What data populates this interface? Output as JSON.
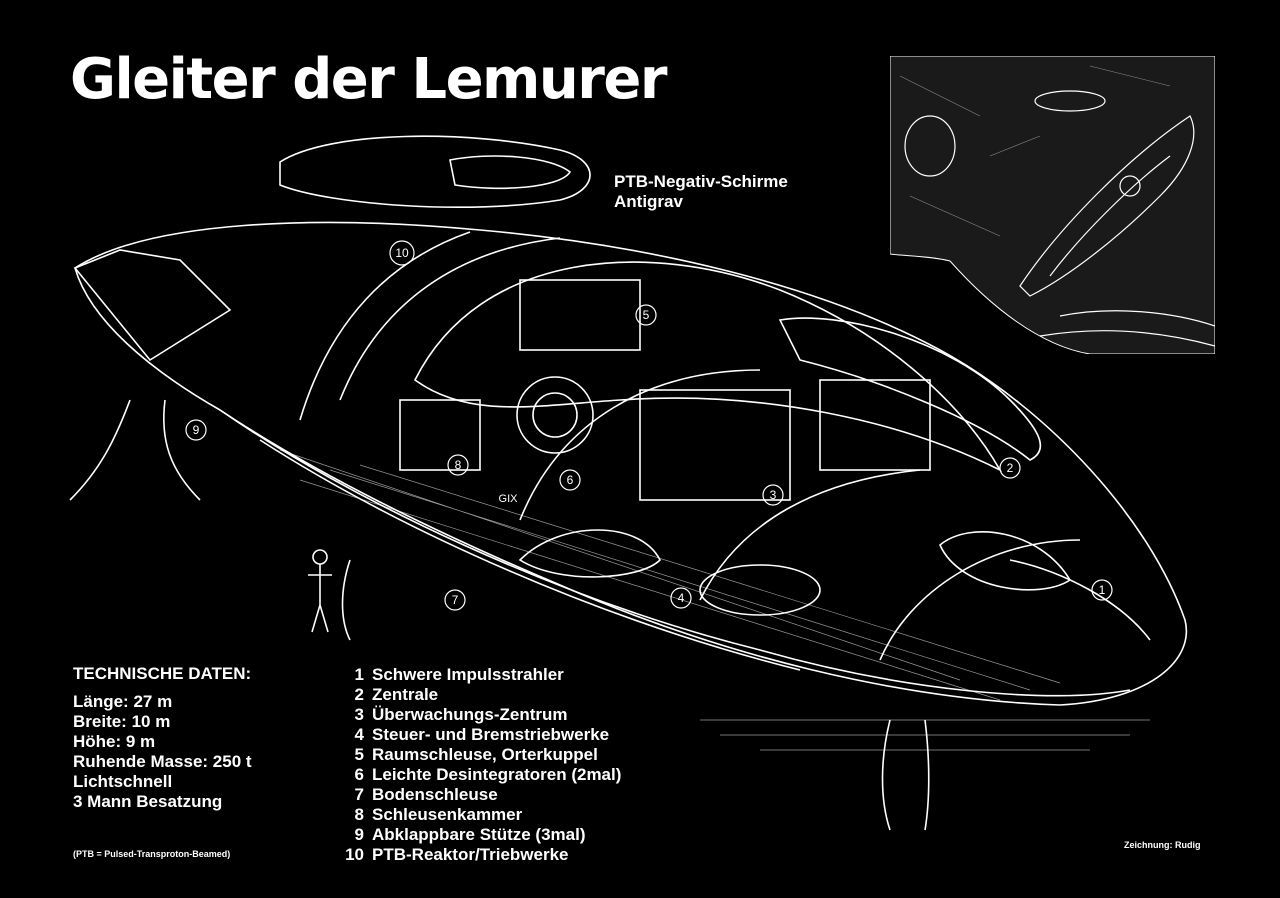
{
  "title": "Gleiter der Lemurer",
  "ptb_label": [
    "PTB-Negativ-Schirme",
    "Antigrav"
  ],
  "technical_data": {
    "heading": "TECHNISCHE DATEN:",
    "lines": [
      "Länge: 27 m",
      "Breite: 10 m",
      "Höhe: 9 m",
      "Ruhende Masse: 250 t",
      "Lichtschnell",
      "3 Mann Besatzung"
    ]
  },
  "legend": [
    {
      "num": "1",
      "label": "Schwere Impulsstrahler"
    },
    {
      "num": "2",
      "label": "Zentrale"
    },
    {
      "num": "3",
      "label": "Überwachungs-Zentrum"
    },
    {
      "num": "4",
      "label": "Steuer- und Bremstriebwerke"
    },
    {
      "num": "5",
      "label": "Raumschleuse, Orterkuppel"
    },
    {
      "num": "6",
      "label": "Leichte Desintegratoren (2mal)"
    },
    {
      "num": "7",
      "label": "Bodenschleuse"
    },
    {
      "num": "8",
      "label": "Schleusenkammer"
    },
    {
      "num": "9",
      "label": "Abklappbare Stütze (3mal)"
    },
    {
      "num": "10",
      "label": "PTB-Reaktor/Triebwerke"
    }
  ],
  "callouts": [
    "1",
    "2",
    "3",
    "4",
    "5",
    "6",
    "7",
    "8",
    "9",
    "10"
  ],
  "hull_label": "GIX",
  "footnote": "(PTB = Pulsed-Transproton-Beamed)",
  "credit": "Zeichnung: Rudig",
  "colors": {
    "background": "#000000",
    "ink": "#ffffff"
  }
}
